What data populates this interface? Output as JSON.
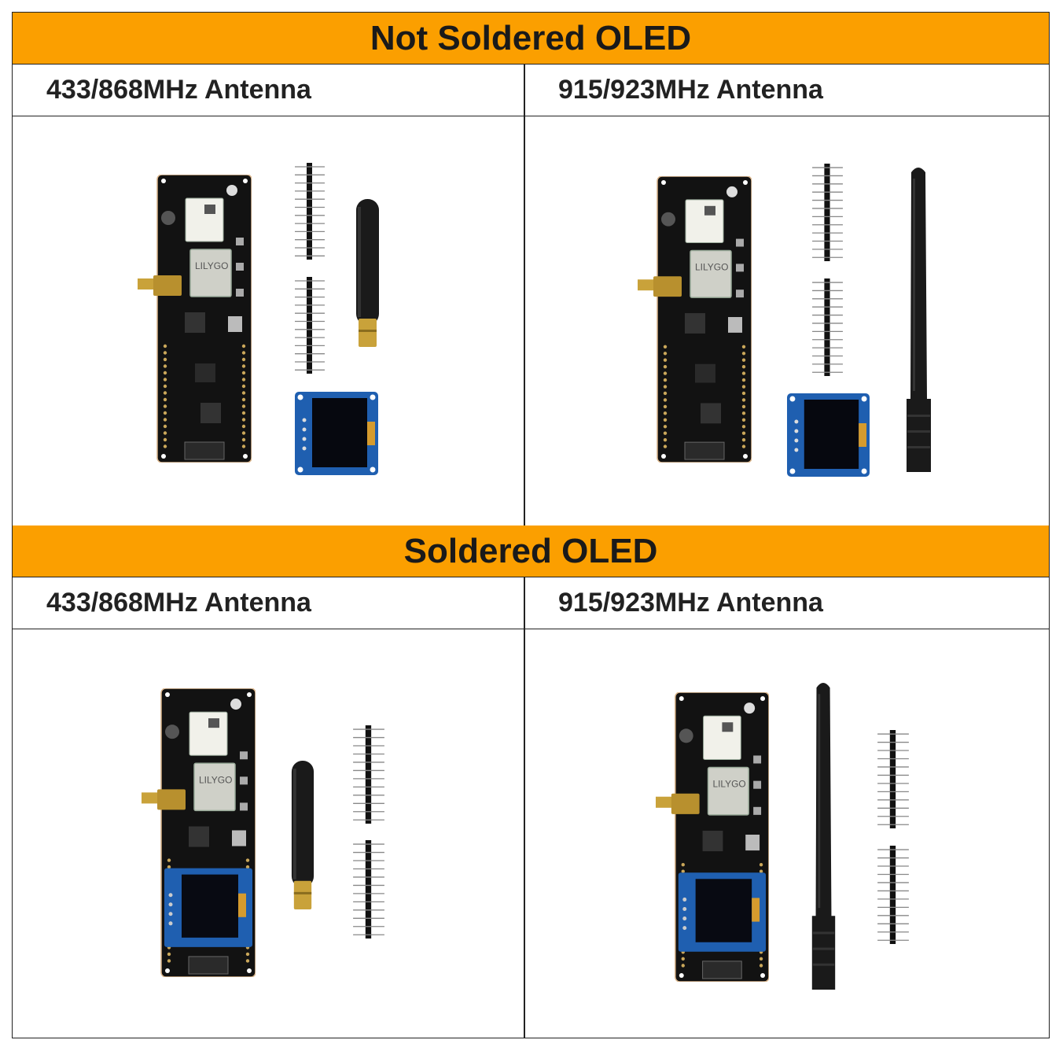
{
  "sections": [
    {
      "title": "Not Soldered OLED",
      "columns": [
        {
          "label": "433/868MHz Antenna",
          "antenna": "short",
          "oled": "separate"
        },
        {
          "label": "915/923MHz Antenna",
          "antenna": "long",
          "oled": "separate"
        }
      ]
    },
    {
      "title": "Soldered OLED",
      "columns": [
        {
          "label": "433/868MHz Antenna",
          "antenna": "short",
          "oled": "soldered"
        },
        {
          "label": "915/923MHz Antenna",
          "antenna": "long",
          "oled": "soldered"
        }
      ]
    }
  ],
  "board_logo": "LILYGO",
  "colors": {
    "band": "#fb9f00",
    "border": "#222222",
    "pcb": "#121212",
    "oled_pcb": "#1f5fb0",
    "gold": "#c9a23a"
  }
}
